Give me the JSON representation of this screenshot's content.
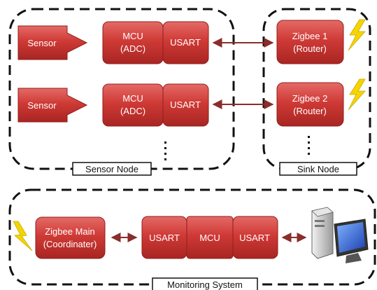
{
  "sensor_node": {
    "label": "Sensor Node",
    "rows": [
      {
        "sensor": "Sensor",
        "mcu": [
          "MCU",
          "(ADC)"
        ],
        "usart": "USART"
      },
      {
        "sensor": "Sensor",
        "mcu": [
          "MCU",
          "(ADC)"
        ],
        "usart": "USART"
      }
    ]
  },
  "sink_node": {
    "label": "Sink Node",
    "routers": [
      [
        "Zigbee 1",
        "(Router)"
      ],
      [
        "Zigbee 2",
        "(Router)"
      ]
    ]
  },
  "monitoring_system": {
    "label": "Monitoring System",
    "coordinator": [
      "Zigbee Main",
      "(Coordinater)"
    ],
    "usart_left": "USART",
    "mcu": "MCU",
    "usart_right": "USART"
  },
  "colors": {
    "box_fill": "#c8312e",
    "box_highlight": "#e46a66",
    "box_stroke": "#8f1f1d",
    "arrow": "#8b2d2b",
    "lightning": "#f5d400",
    "dashed_border": "#111111"
  },
  "icons": [
    "lightning-icon",
    "computer-icon"
  ]
}
